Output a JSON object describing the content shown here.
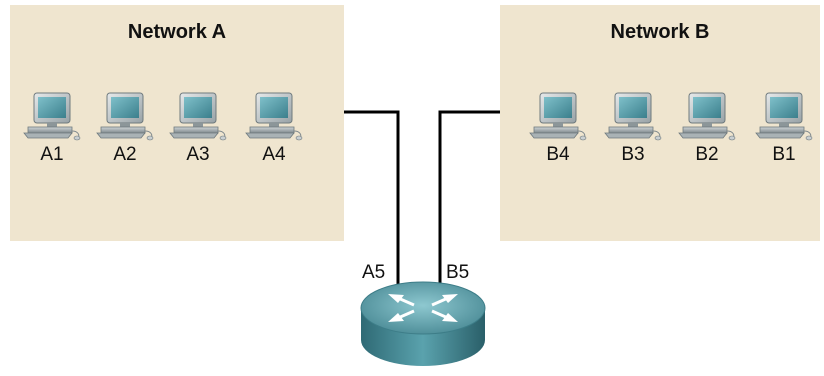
{
  "network_a": {
    "title": "Network A",
    "hosts": [
      "A1",
      "A2",
      "A3",
      "A4"
    ]
  },
  "network_b": {
    "title": "Network B",
    "hosts": [
      "B4",
      "B3",
      "B2",
      "B1"
    ]
  },
  "router": {
    "ports": [
      "A5",
      "B5"
    ]
  },
  "colors": {
    "network_fill": "#efe5cf",
    "router_body": "#4a8a95",
    "wire": "#000000"
  }
}
